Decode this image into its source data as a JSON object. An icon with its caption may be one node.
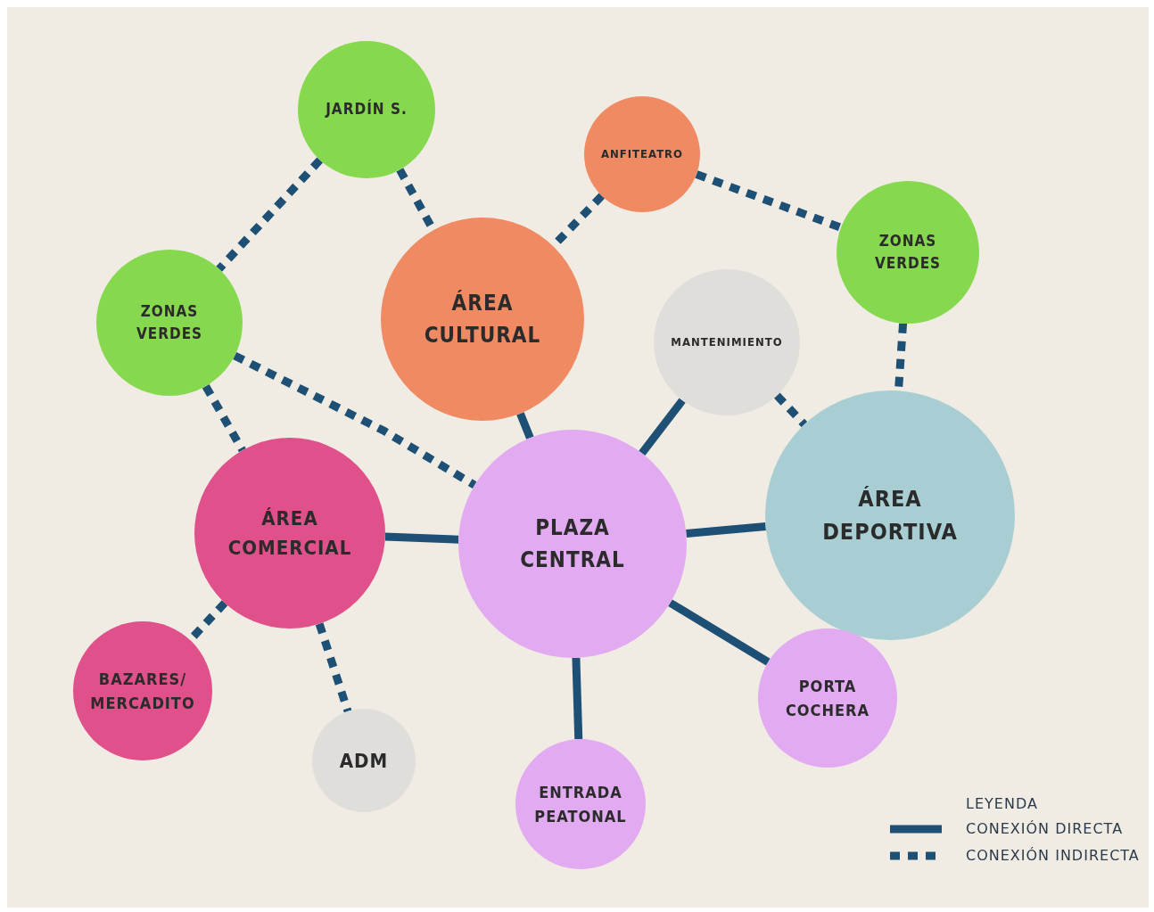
{
  "diagram": {
    "nodes": [
      {
        "text": [
          "JARDÍN S."
        ]
      },
      {
        "text": [
          "ANFITEATRO"
        ]
      },
      {
        "text": [
          "ZONAS VERDES"
        ]
      },
      {
        "text": [
          "ZONAS VERDES"
        ]
      },
      {
        "text": [
          "ÁREA CULTURAL"
        ]
      },
      {
        "text": [
          "MANTENIMIENTO"
        ]
      },
      {
        "text": [
          "ÁREA COMERCIAL"
        ]
      },
      {
        "text": [
          "PLAZA CENTRAL"
        ]
      },
      {
        "text": [
          "ÁREA DEPORTIVA"
        ]
      },
      {
        "text": [
          "BAZARES/ MERCADITO"
        ]
      },
      {
        "text": [
          "ADM"
        ]
      },
      {
        "text": [
          "PORTA COCHERA"
        ]
      },
      {
        "text": [
          "ENTRADA PEATONAL"
        ]
      }
    ],
    "edges": [
      {
        "from": 0,
        "to": 3,
        "arrow": "none",
        "style": "dashed"
      },
      {
        "from": 0,
        "to": 4,
        "arrow": "none",
        "style": "dashed"
      },
      {
        "from": 1,
        "to": 4,
        "arrow": "none",
        "style": "dashed"
      },
      {
        "from": 1,
        "to": 2,
        "arrow": "none",
        "style": "dashed"
      },
      {
        "from": 2,
        "to": 8,
        "arrow": "none",
        "style": "dashed"
      },
      {
        "from": 3,
        "to": 6,
        "arrow": "none",
        "style": "dashed"
      },
      {
        "from": 3,
        "to": 7,
        "arrow": "none",
        "style": "dashed"
      },
      {
        "from": 5,
        "to": 8,
        "arrow": "none",
        "style": "dashed"
      },
      {
        "from": 4,
        "to": 7,
        "arrow": "none"
      },
      {
        "from": 5,
        "to": 7,
        "arrow": "none"
      },
      {
        "from": 6,
        "to": 7,
        "arrow": "none"
      },
      {
        "from": 7,
        "to": 8,
        "arrow": "none"
      },
      {
        "from": 6,
        "to": 9,
        "arrow": "none",
        "style": "dashed"
      },
      {
        "from": 6,
        "to": 10,
        "arrow": "none",
        "style": "dashed"
      },
      {
        "from": 7,
        "to": 11,
        "arrow": "none"
      },
      {
        "from": 7,
        "to": 12,
        "arrow": "none"
      }
    ],
    "labels": [
      "LEYENDA"
    ],
    "legend": [
      {
        "text": "CONEXIÓN DIRECTA"
      },
      {
        "text": "CONEXIÓN INDIRECTA"
      }
    ]
  }
}
